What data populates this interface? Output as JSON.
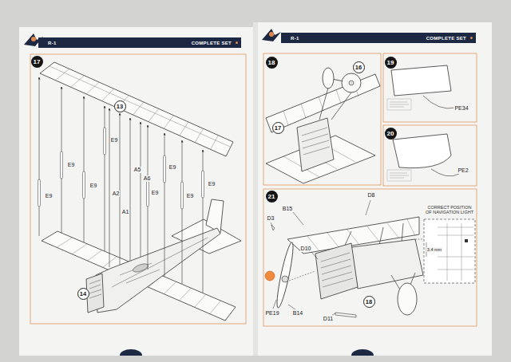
{
  "diagram": {
    "nodes": [
      {
        "text": [
          "R-1",
          "COMPLETE SET"
        ]
      },
      {
        "text": [
          "17"
        ]
      },
      {
        "text": [
          "13"
        ]
      },
      {
        "text": [
          "14"
        ]
      },
      {
        "text": [
          "R-1",
          "COMPLETE SET"
        ]
      },
      {
        "text": [
          "18"
        ]
      },
      {
        "text": [
          "16"
        ]
      },
      {
        "text": [
          "17"
        ]
      },
      {
        "text": [
          "19"
        ]
      },
      {
        "text": [
          "20"
        ]
      },
      {
        "text": [
          "21"
        ]
      },
      {
        "text": [
          "CORRECT POSITION OF NAVIGATION LIGHT"
        ]
      },
      {
        "text": [
          "18"
        ]
      }
    ],
    "labels": [
      "E9",
      "E9",
      "E9",
      "E9",
      "A2",
      "A1",
      "A5",
      "A6",
      "E9",
      "E9",
      "E9",
      "E9",
      "PE34",
      "PE2",
      "D8",
      "B15",
      "D3",
      "D10",
      "PE19",
      "B14",
      "D11",
      "3.4 mm"
    ]
  }
}
